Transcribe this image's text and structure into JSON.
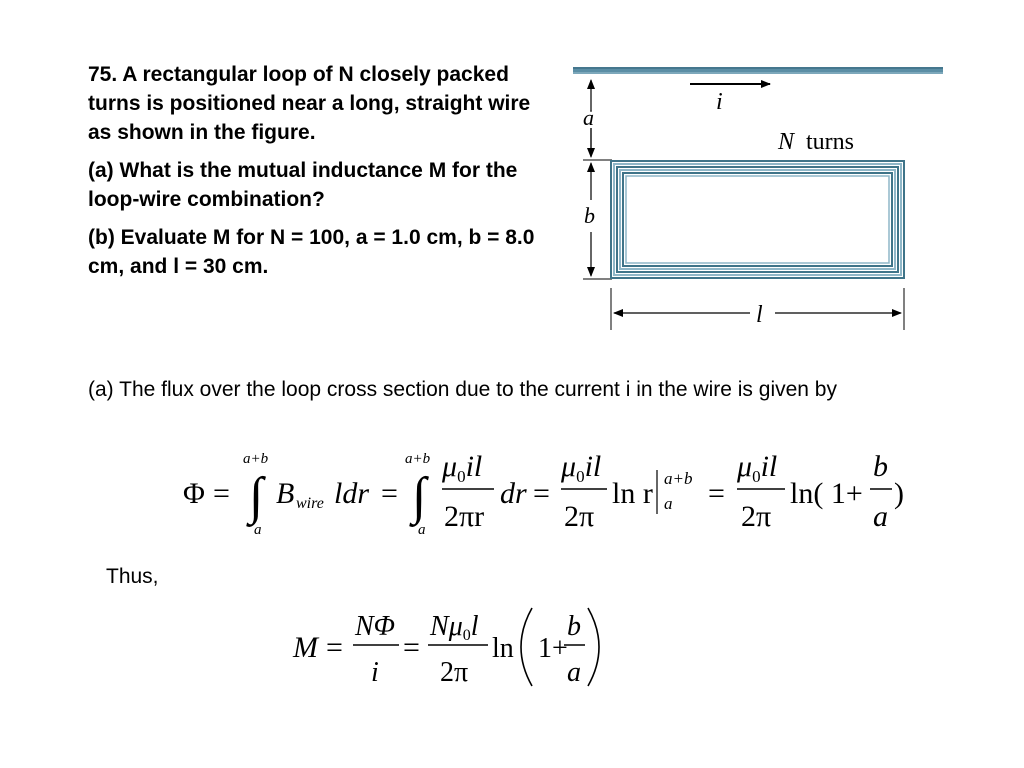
{
  "problem": {
    "intro": "75.  A rectangular loop of N closely packed turns is positioned near a long, straight wire as shown in the figure.",
    "part_a": "(a) What is the mutual inductance M for the loop-wire combination?",
    "part_b": "(b) Evaluate M for N = 100, a = 1.0 cm, b = 8.0 cm, and l = 30 cm."
  },
  "figure": {
    "current_label": "i",
    "a_label": "a",
    "b_label": "b",
    "l_label": "l",
    "turns_N": "N",
    "turns_word": "turns",
    "wire_color": "#4a7f96",
    "loop_color": "#4a7f96"
  },
  "solution": {
    "text": "(a)  The flux over the loop cross section due to the current i in the wire is given by",
    "thus": "Thus,"
  },
  "eq1": {
    "phi": "Φ",
    "eq": "=",
    "upper1": "a+b",
    "lower1": "a",
    "B": "B",
    "wire_sub": "wire",
    "ldr": "ldr",
    "upper2": "a+b",
    "lower2": "a",
    "num1_mu": "μ",
    "num1_sub": "0",
    "num1_rest": "il",
    "den1": "2πr",
    "dr": "dr",
    "num2_mu": "μ",
    "num2_sub": "0",
    "num2_rest": "il",
    "den2": "2π",
    "ln_r": "ln r",
    "eval_upper": "a+b",
    "eval_lower": "a",
    "num3_mu": "μ",
    "num3_sub": "0",
    "num3_rest": "il",
    "den3": "2π",
    "ln_open": "ln( 1+",
    "frac_b": "b",
    "frac_a": "a",
    "close": ")"
  },
  "eq2": {
    "M": "M",
    "eq": "=",
    "num1": "NΦ",
    "den1": "i",
    "num2_N": "N",
    "num2_mu": "μ",
    "num2_sub": "0",
    "num2_l": "l",
    "den2": "2π",
    "ln": "ln",
    "one_plus": "1+",
    "frac_b": "b",
    "frac_a": "a"
  }
}
